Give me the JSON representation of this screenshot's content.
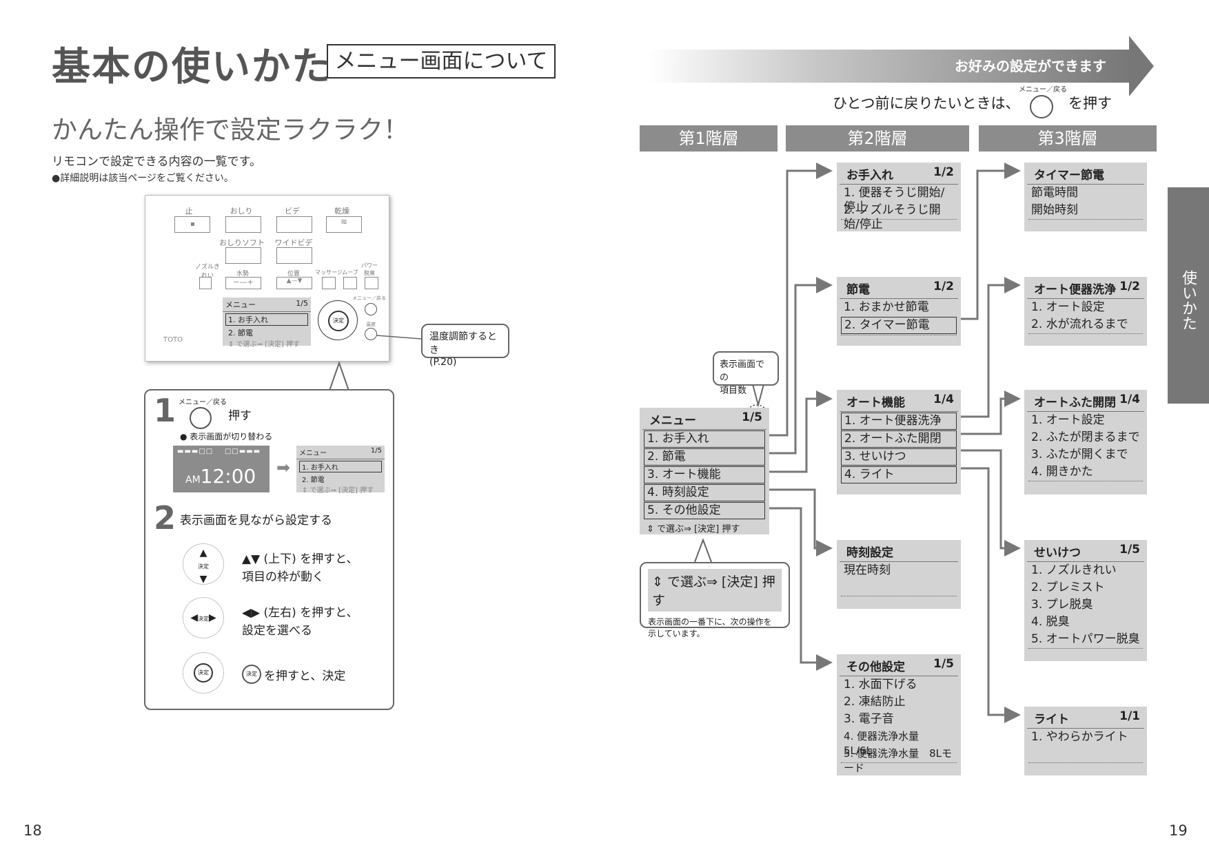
{
  "page": {
    "title": "基本の使いかた",
    "section_box": "メニュー画面について",
    "subtitle": "かんたん操作で設定ラクラク！",
    "intro": "リモコンで設定できる内容の一覧です。",
    "note": "●詳細説明は該当ページをご覧ください。",
    "left_page_number": "18",
    "right_page_number": "19",
    "side_tab": "使いかた"
  },
  "remote": {
    "top_labels": [
      "止",
      "おしり",
      "ビデ",
      "乾燥"
    ],
    "mid_labels": [
      "おしりソフト",
      "ワイドビデ"
    ],
    "row3_labels": [
      "ノズルきれい",
      "水勢",
      "位置",
      "マッサージ",
      "ムーブ",
      "パワー脱臭"
    ],
    "screen_title": "メニュー",
    "screen_page": "1/5",
    "screen_item1": "1. お手入れ",
    "screen_item2": "2. 節電",
    "screen_hint": "⇕ で選ぶ⇒ [決定] 押す",
    "brand": "TOTO",
    "menu_back": "メニュー／戻る",
    "temp_btn": "温度",
    "center_btn": "決定",
    "callout": "温度調節するとき\n(P.20)",
    "callout_line1": "温度調節するとき",
    "callout_line2": "(P.20)"
  },
  "steps": {
    "step1_number": "1",
    "step1_btn_label": "メニュー／戻る",
    "step1_text": "押す",
    "step1_note": "● 表示画面が切り替わる",
    "lcd_time_prefix": "AM",
    "lcd_time": "12:00",
    "mini_title": "メニュー",
    "mini_page": "1/5",
    "mini_item1": "1. お手入れ",
    "mini_item2": "2. 節電",
    "mini_hint": "⇕ で選ぶ⇒ [決定] 押す",
    "step2_number": "2",
    "step2_text": "表示画面を見ながら設定する",
    "op1_line1": "▲▼ (上下) を押すと、",
    "op1_line2": "項目の枠が動く",
    "op2_line1": "◀▶ (左右) を押すと、",
    "op2_line2": "設定を選べる",
    "op3_text": "を押すと、決定",
    "ok_label": "決定"
  },
  "header": {
    "arrow_text": "お好みの設定ができます",
    "back_hint": "ひとつ前に戻りたいときは、",
    "back_btn_label": "メニュー／戻る",
    "press": "を押す"
  },
  "columns": [
    "第1階層",
    "第2階層",
    "第3階層"
  ],
  "level1": {
    "title": "メニュー",
    "page": "1/5",
    "items": [
      "1. お手入れ",
      "2. 節電",
      "3. オート機能",
      "4. 時刻設定",
      "5. その他設定"
    ],
    "hint": "⇕ で選ぶ⇒ [決定] 押す"
  },
  "callouts": {
    "count": "表示画面での\n項目数",
    "count_line1": "表示画面での",
    "count_line2": "項目数",
    "hint_big": "⇕ で選ぶ⇒ [決定] 押す",
    "hint_desc1": "表示画面の一番下に、次の操作を",
    "hint_desc2": "示しています。"
  },
  "level2": [
    {
      "title": "お手入れ",
      "page": "1/2",
      "items": [
        "1. 便器そうじ開始/停止",
        "2. ノズルそうじ開始/停止"
      ]
    },
    {
      "title": "節電",
      "page": "1/2",
      "items": [
        "1. おまかせ節電",
        "2. タイマー節電"
      ]
    },
    {
      "title": "オート機能",
      "page": "1/4",
      "items": [
        "1. オート便器洗浄",
        "2. オートふた開閉",
        "3. せいけつ",
        "4. ライト"
      ]
    },
    {
      "title": "時刻設定",
      "page": "",
      "items": [
        "現在時刻"
      ]
    },
    {
      "title": "その他設定",
      "page": "1/5",
      "items": [
        "1. 水面下げる",
        "2. 凍結防止",
        "3. 電子音",
        "4. 便器洗浄水量　5L/6L",
        "5. 便器洗浄水量　8Lモード"
      ]
    }
  ],
  "level3": [
    {
      "title": "タイマー節電",
      "page": "",
      "items": [
        "節電時間",
        "開始時刻"
      ]
    },
    {
      "title": "オート便器洗浄",
      "page": "1/2",
      "items": [
        "1. オート設定",
        "2. 水が流れるまで"
      ]
    },
    {
      "title": "オートふた開閉",
      "page": "1/4",
      "items": [
        "1. オート設定",
        "2. ふたが閉まるまで",
        "3. ふたが開くまで",
        "4. 開きかた"
      ]
    },
    {
      "title": "せいけつ",
      "page": "1/5",
      "items": [
        "1. ノズルきれい",
        "2. プレミスト",
        "3. プレ脱臭",
        "4. 脱臭",
        "5. オートパワー脱臭"
      ]
    },
    {
      "title": "ライト",
      "page": "1/1",
      "items": [
        "1. やわらかライト"
      ]
    }
  ]
}
